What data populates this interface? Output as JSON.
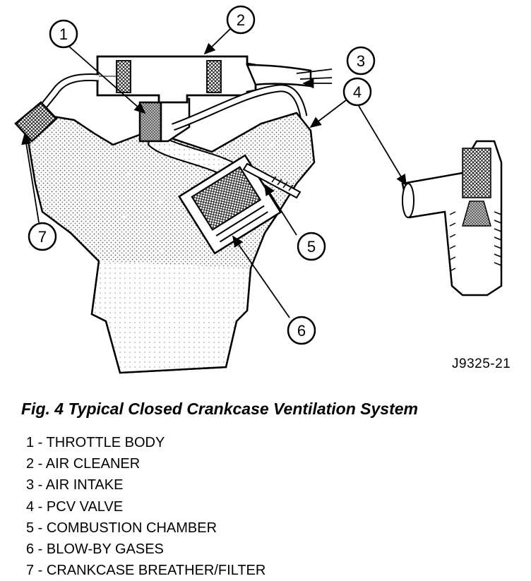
{
  "figure_code": "J9325-21",
  "caption": "Fig. 4 Typical Closed Crankcase Ventilation System",
  "callouts": [
    "1",
    "2",
    "3",
    "4",
    "5",
    "6",
    "7"
  ],
  "legend": [
    {
      "number": "1",
      "text": "THROTTLE BODY"
    },
    {
      "number": "2",
      "text": "AIR CLEANER"
    },
    {
      "number": "3",
      "text": "AIR INTAKE"
    },
    {
      "number": "4",
      "text": "PCV VALVE"
    },
    {
      "number": "5",
      "text": "COMBUSTION CHAMBER"
    },
    {
      "number": "6",
      "text": "BLOW-BY GASES"
    },
    {
      "number": "7",
      "text": "CRANKCASE BREATHER/FILTER"
    }
  ]
}
